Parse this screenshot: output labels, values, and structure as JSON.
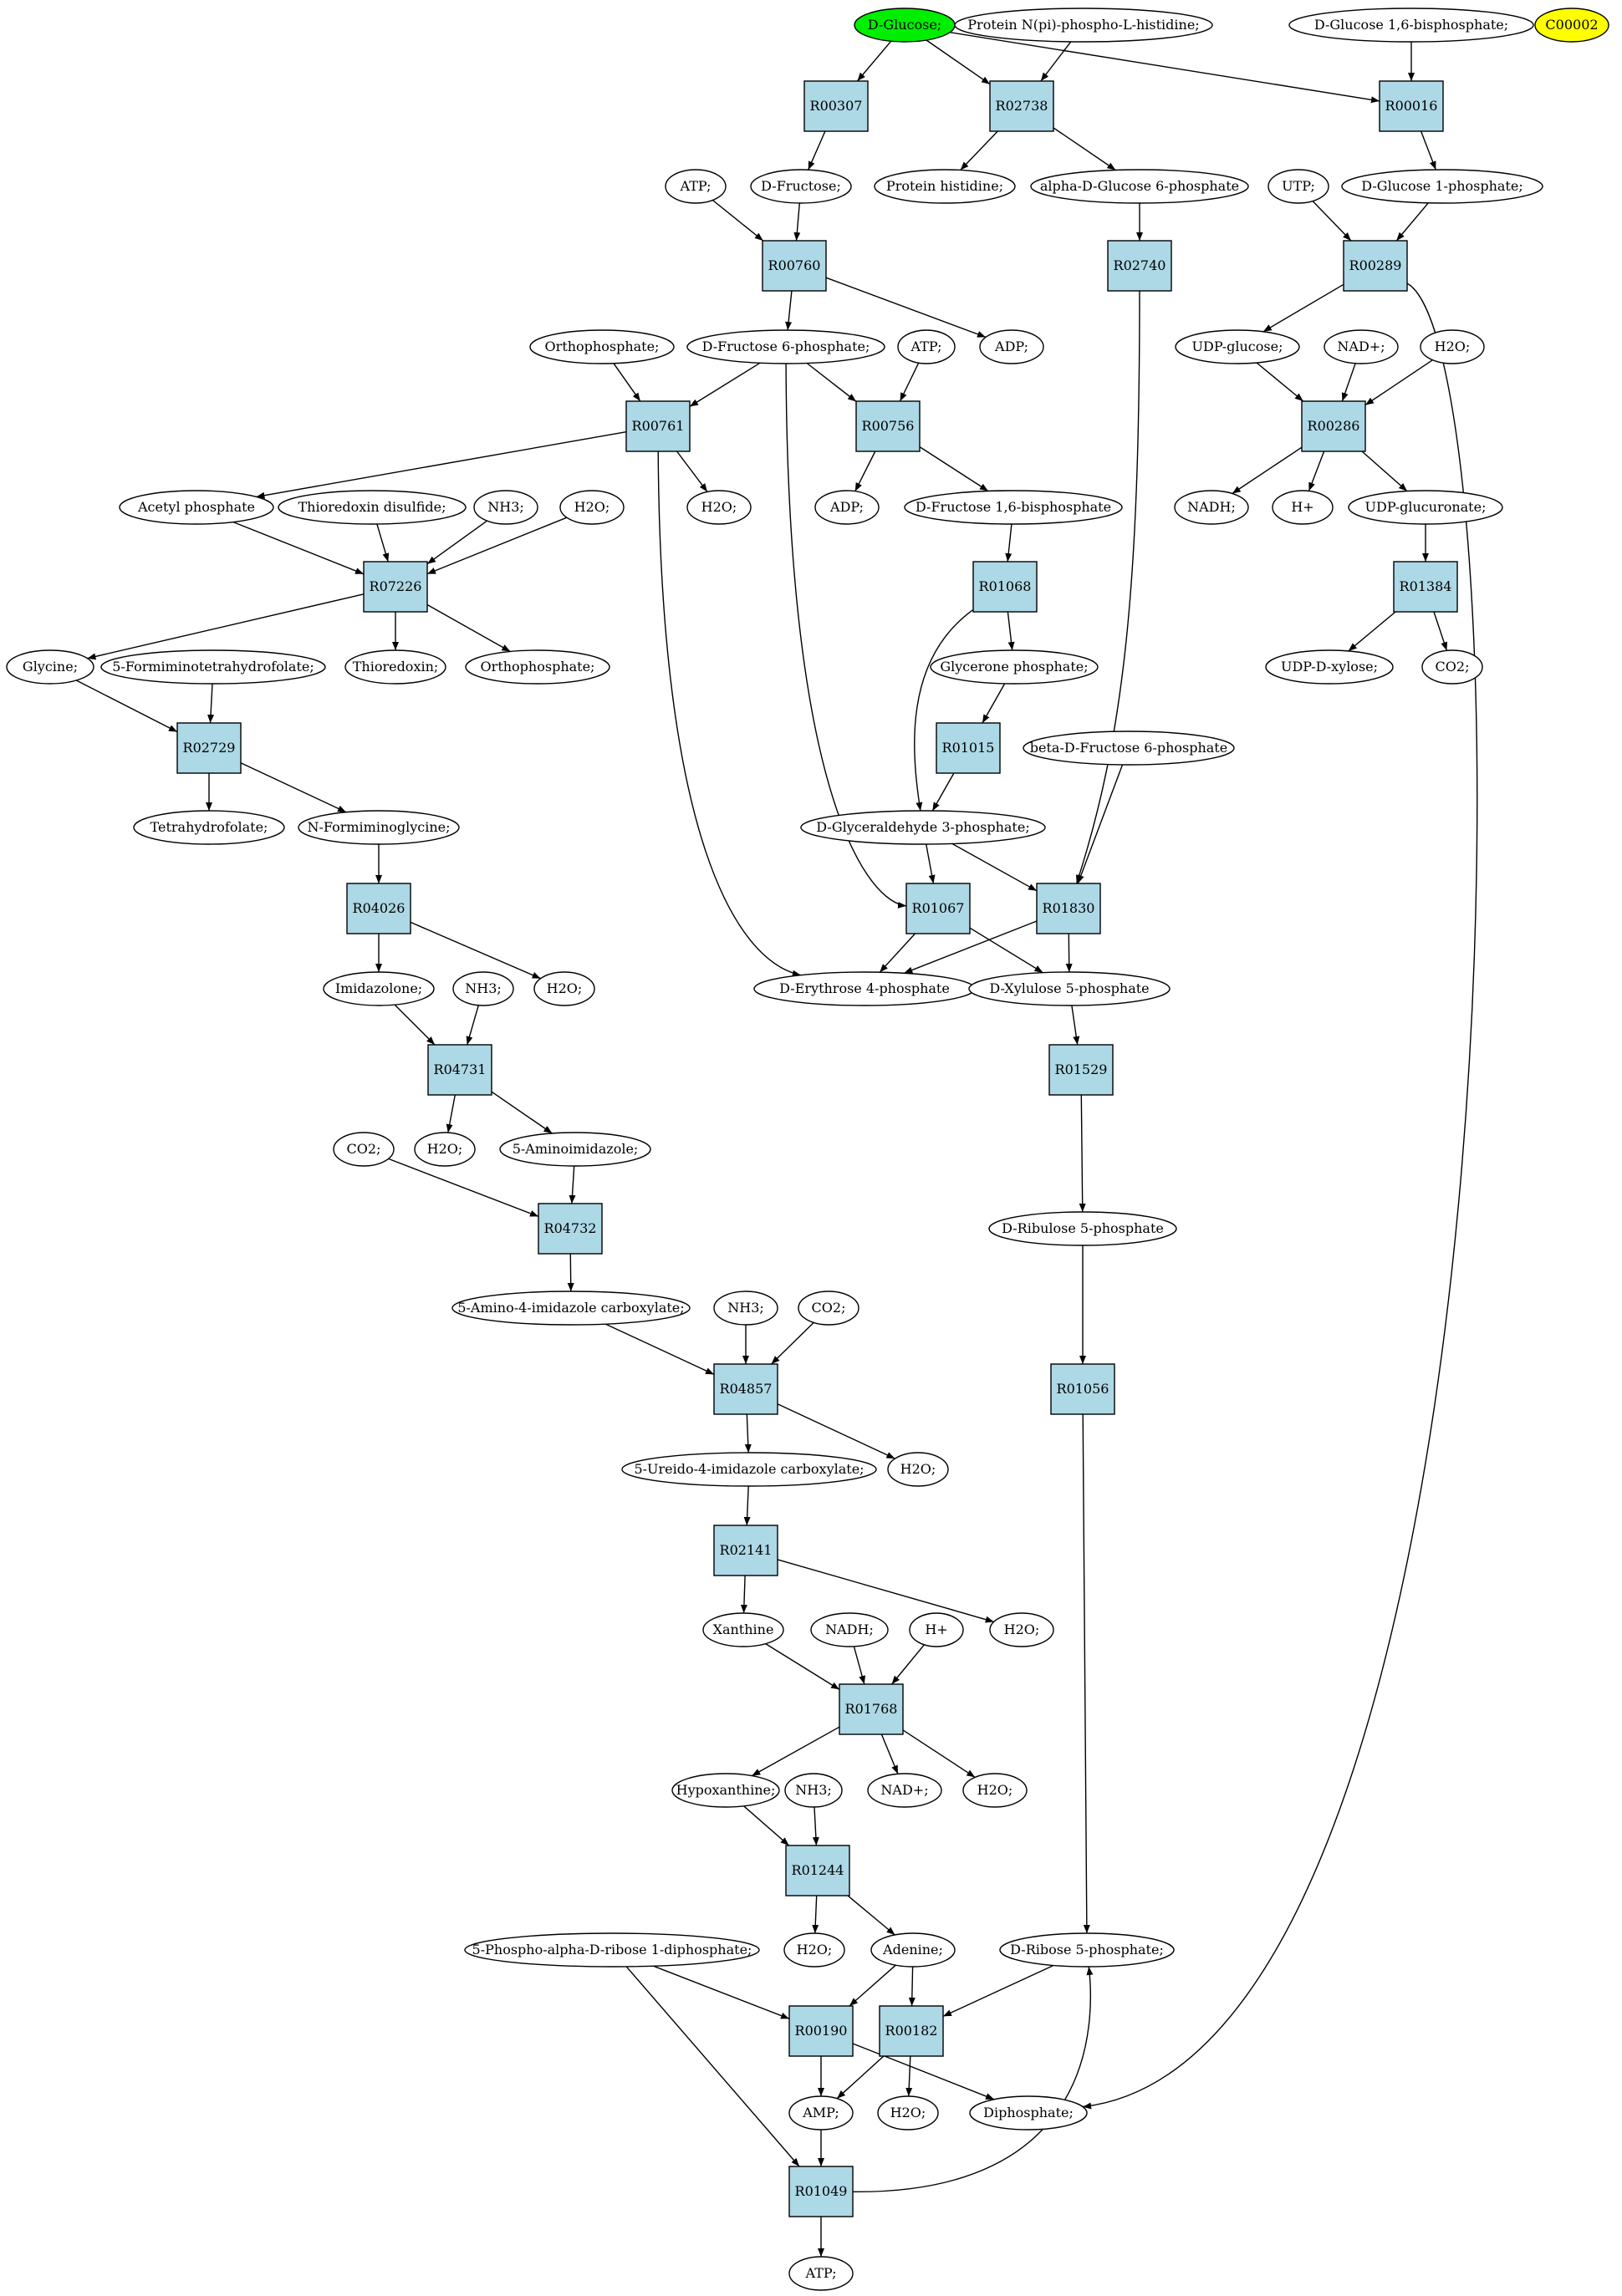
{
  "colors": {
    "reaction_fill": "#add8e6",
    "compound_fill": "#ffffff",
    "highlight_start": "#00ee00",
    "highlight_marker": "#ffff00",
    "edge": "#000000"
  },
  "reactions": [
    "R00307",
    "R02738",
    "R00016",
    "R00760",
    "R02740",
    "R00289",
    "R00761",
    "R00756",
    "R00286",
    "R07226",
    "R01068",
    "R01384",
    "R02729",
    "R01015",
    "R04026",
    "R01067",
    "R01830",
    "R04731",
    "R01529",
    "R04732",
    "R04857",
    "R01056",
    "R02141",
    "R01768",
    "R01244",
    "R00190",
    "R00182",
    "R01049"
  ],
  "compounds": {
    "c1": "D-Glucose;",
    "c2": "Protein N(pi)-phospho-L-histidine;",
    "c3": "D-Glucose 1,6-bisphosphate;",
    "c4": "C00002",
    "c5": "ATP;",
    "c6": "D-Fructose;",
    "c7": "Protein histidine;",
    "c8": "alpha-D-Glucose 6-phosphate",
    "c9": "UTP;",
    "c10": "D-Glucose 1-phosphate;",
    "c11": "Orthophosphate;",
    "c12": "D-Fructose 6-phosphate;",
    "c13": "ATP;",
    "c14": "ADP;",
    "c15": "UDP-glucose;",
    "c16": "NAD+;",
    "c17": "H2O;",
    "c18": "Acetyl phosphate",
    "c19": "Thioredoxin disulfide;",
    "c20": "NH3;",
    "c21": "H2O;",
    "c22": "H2O;",
    "c23": "ADP;",
    "c24": "D-Fructose 1,6-bisphosphate",
    "c25": "NADH;",
    "c26": "H+",
    "c27": "UDP-glucuronate;",
    "c28": "Glycine;",
    "c29": "5-Formiminotetrahydrofolate;",
    "c30": "Thioredoxin;",
    "c31": "Orthophosphate;",
    "c32": "Glycerone phosphate;",
    "c33": "UDP-D-xylose;",
    "c34": "CO2;",
    "c35": "beta-D-Fructose 6-phosphate",
    "c36": "Tetrahydrofolate;",
    "c37": "N-Formiminoglycine;",
    "c38": "D-Glyceraldehyde 3-phosphate;",
    "c39": "Imidazolone;",
    "c40": "NH3;",
    "c41": "H2O;",
    "c42": "D-Erythrose 4-phosphate",
    "c43": "D-Xylulose 5-phosphate",
    "c44": "CO2;",
    "c45": "H2O;",
    "c46": "5-Aminoimidazole;",
    "c47": "D-Ribulose 5-phosphate",
    "c48": "5-Amino-4-imidazole carboxylate;",
    "c49": "NH3;",
    "c50": "CO2;",
    "c51": "5-Ureido-4-imidazole carboxylate;",
    "c52": "H2O;",
    "c53": "Xanthine",
    "c54": "NADH;",
    "c55": "H+",
    "c56": "H2O;",
    "c57": "Hypoxanthine;",
    "c58": "NH3;",
    "c59": "NAD+;",
    "c60": "H2O;",
    "c61": "5-Phospho-alpha-D-ribose 1-diphosphate;",
    "c62": "H2O;",
    "c63": "Adenine;",
    "c64": "D-Ribose 5-phosphate;",
    "c65": "AMP;",
    "c66": "H2O;",
    "c67": "Diphosphate;",
    "c68": "ATP;"
  }
}
